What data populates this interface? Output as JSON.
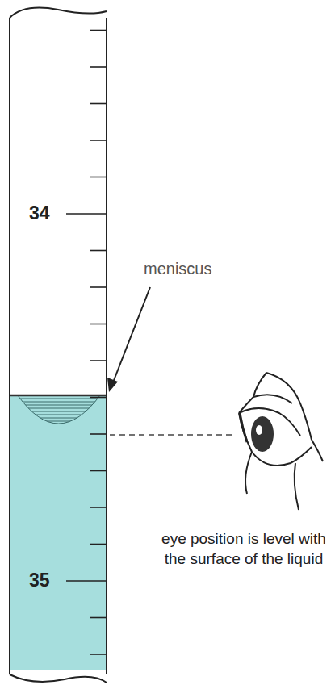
{
  "diagram": {
    "labels": [
      "34",
      "meniscus",
      "35",
      "eye position is level with the surface of the liquid"
    ]
  }
}
